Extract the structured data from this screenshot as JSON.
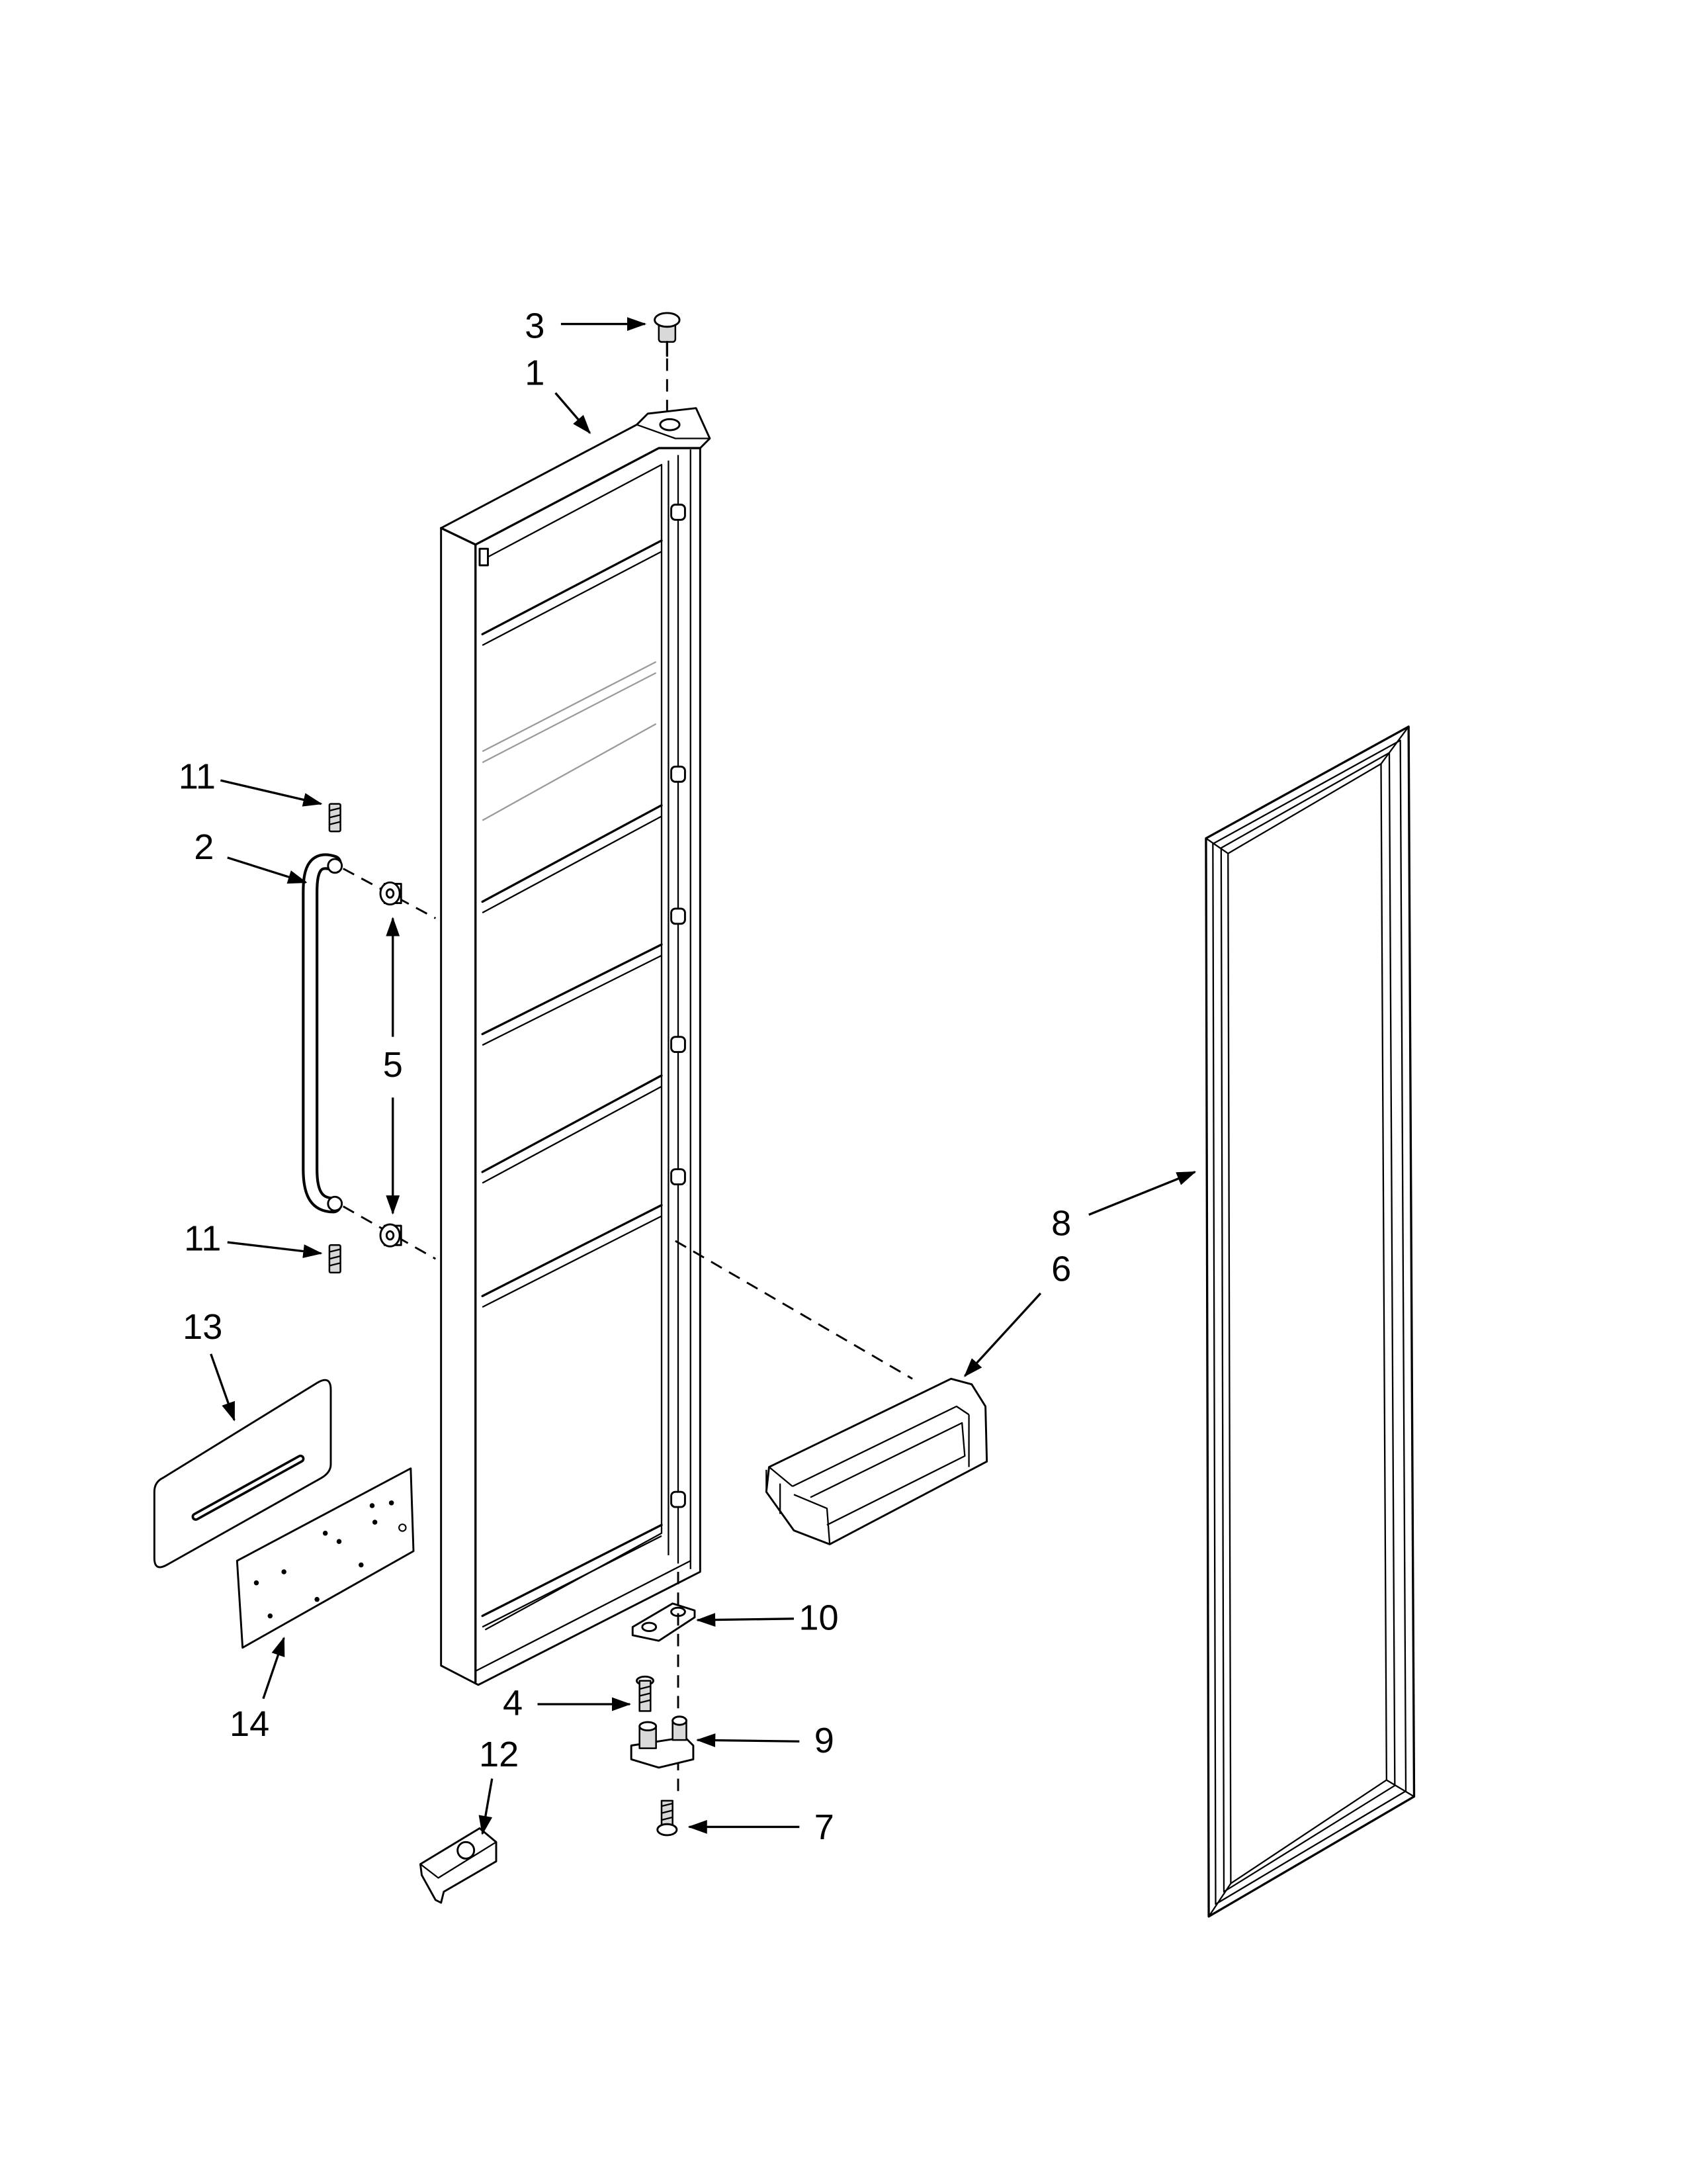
{
  "diagram": {
    "labels": {
      "part_1": "1",
      "part_2": "2",
      "part_3": "3",
      "part_4": "4",
      "part_5": "5",
      "part_6": "6",
      "part_7": "7",
      "part_8": "8",
      "part_9": "9",
      "part_10": "10",
      "part_11_top": "11",
      "part_11_bottom": "11",
      "part_12": "12",
      "part_13": "13",
      "part_14": "14"
    },
    "colors": {
      "line": "#000000",
      "background": "#ffffff"
    }
  }
}
